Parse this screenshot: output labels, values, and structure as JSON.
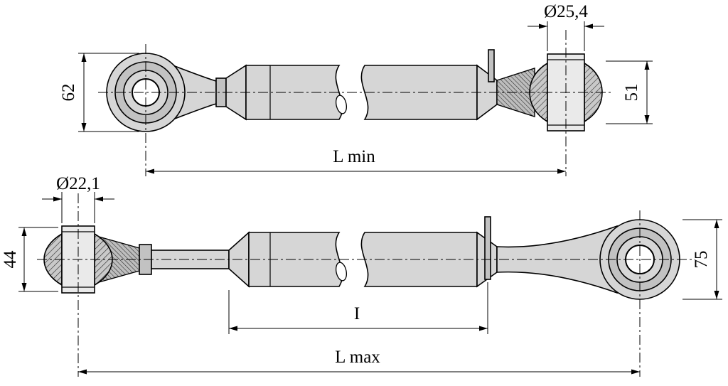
{
  "drawing": {
    "description": "technical drawing of adjustable top link with ball joints, shown at minimum and maximum length",
    "labels": {
      "dia_top": "Ø25,4",
      "height_top_left": "62",
      "height_top_right": "51",
      "len_top": "L min",
      "dia_bottom": "Ø22,1",
      "height_bottom_left": "44",
      "height_bottom_right": "75",
      "len_inner": "I",
      "len_bottom": "L max"
    },
    "colors": {
      "part_fill": "#d6d6d6",
      "part_fill_dark": "#c2c2c2",
      "bore_fill": "#ffffff",
      "line": "#000000",
      "background": "#ffffff"
    }
  }
}
